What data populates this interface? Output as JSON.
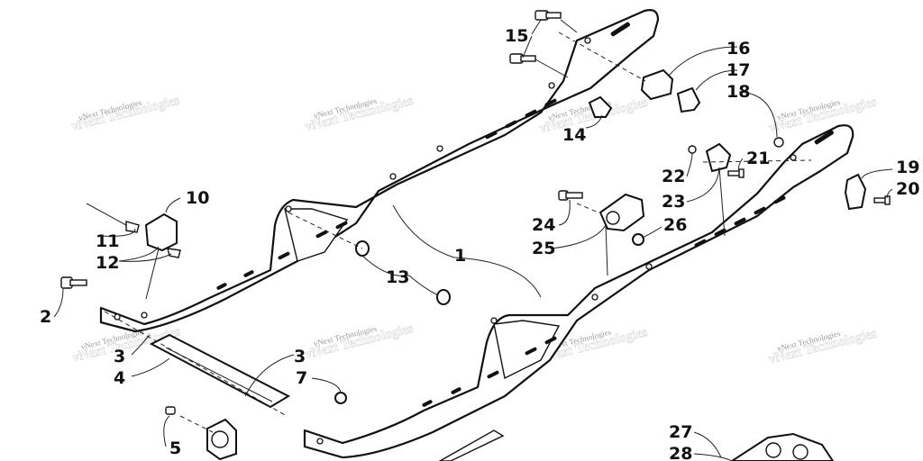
{
  "watermark_text": "vNext Technologies",
  "callouts": {
    "c1": "1",
    "c2": "2",
    "c3a": "3",
    "c3b": "3",
    "c4": "4",
    "c5": "5",
    "c7": "7",
    "c10": "10",
    "c11": "11",
    "c12": "12",
    "c13": "13",
    "c14": "14",
    "c15": "15",
    "c16": "16",
    "c17": "17",
    "c18": "18",
    "c19": "19",
    "c20": "20",
    "c21": "21",
    "c22": "22",
    "c23": "23",
    "c24": "24",
    "c25": "25",
    "c26": "26",
    "c27": "27",
    "c28": "28"
  }
}
